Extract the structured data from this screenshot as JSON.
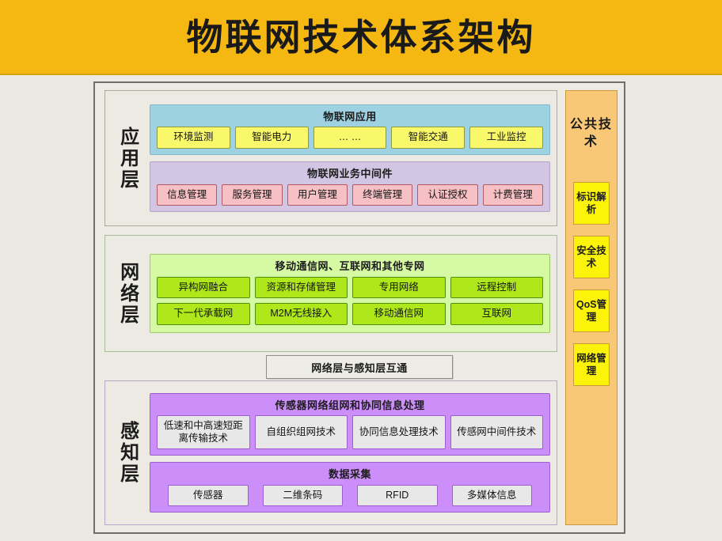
{
  "title": "物联网技术体系架构",
  "layers": [
    {
      "label": "应用层",
      "groups": [
        {
          "title": "物联网应用",
          "rows": [
            [
              "环境监测",
              "智能电力",
              "… …",
              "智能交通",
              "工业监控"
            ]
          ]
        },
        {
          "title": "物联网业务中间件",
          "rows": [
            [
              "信息管理",
              "服务管理",
              "用户管理",
              "终端管理",
              "认证授权",
              "计费管理"
            ]
          ]
        }
      ]
    },
    {
      "label": "网络层",
      "groups": [
        {
          "title": "移动通信网、互联网和其他专网",
          "rows": [
            [
              "异构网融合",
              "资源和存储管理",
              "专用网络",
              "远程控制"
            ],
            [
              "下一代承载网",
              "M2M无线接入",
              "移动通信网",
              "互联网"
            ]
          ]
        }
      ]
    },
    {
      "label": "感知层",
      "groups": [
        {
          "title": "传感器网络组网和协同信息处理",
          "rows": [
            [
              "低速和中高速短距离传输技术",
              "自组织组网技术",
              "协同信息处理技术",
              "传感网中间件技术"
            ]
          ]
        },
        {
          "title": "数据采集",
          "rows": [
            [
              "传感器",
              "二维条码",
              "RFID",
              "多媒体信息"
            ]
          ]
        }
      ]
    }
  ],
  "interconnect": {
    "label": "网络层与感知层互通"
  },
  "public_tech": {
    "title": "公共技术",
    "items": [
      "标识解析",
      "安全技术",
      "QoS管理",
      "网络管理"
    ]
  },
  "colors": {
    "banner": "#f5b812",
    "page_background": "#ebe9e2",
    "application_group": "#9ed2e2",
    "application_chip": "#f8f86a",
    "middleware_group": "#d2c6e4",
    "middleware_chip": "#f6c0c4",
    "network_group": "#d6f9a4",
    "network_chip": "#aee81a",
    "perception_group": "#cc8ffa",
    "perception_chip": "#e8e8e8",
    "public_tech_column": "#f8c877",
    "public_tech_chip": "#fbf409"
  }
}
